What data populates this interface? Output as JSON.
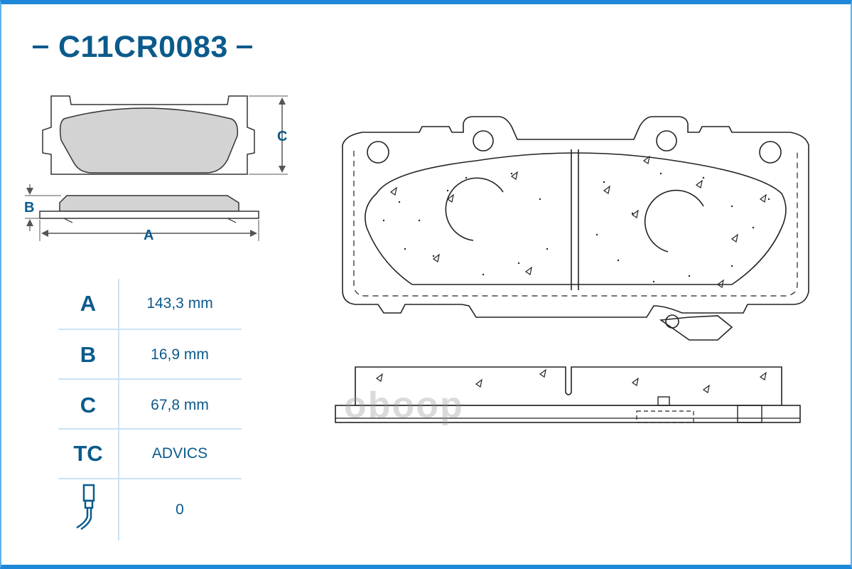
{
  "title": "C11CR0083",
  "dimension_labels": {
    "a": "A",
    "b": "B",
    "c": "C"
  },
  "specs": [
    {
      "key": "A",
      "value": "143,3 mm"
    },
    {
      "key": "B",
      "value": "16,9 mm"
    },
    {
      "key": "C",
      "value": "67,8 mm"
    },
    {
      "key": "TC",
      "value": "ADVICS"
    }
  ],
  "sensor": {
    "icon": "wear-sensor-icon",
    "value": "0"
  },
  "watermark": "oboop",
  "colors": {
    "accent": "#0b5a8c",
    "border": "#1e88d8",
    "pad_fill": "#d3d3d3",
    "line": "#222222"
  }
}
